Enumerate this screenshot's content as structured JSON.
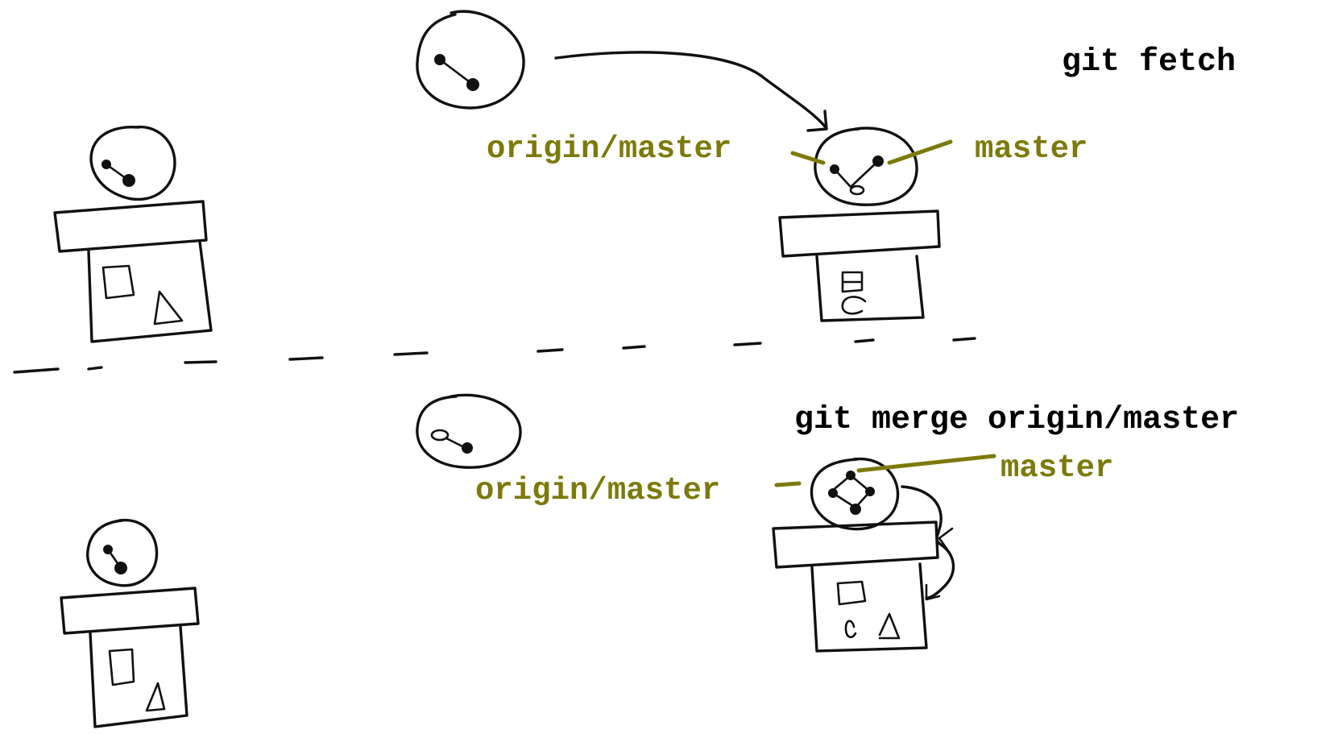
{
  "commands": {
    "fetch": "git fetch",
    "merge": "git merge origin/master"
  },
  "labels": {
    "top_origin": "origin/master",
    "top_master": "master",
    "bottom_origin": "origin/master",
    "bottom_master": "master"
  },
  "colors": {
    "ink": "#111111",
    "branch_label": "#7d7a0c",
    "background": "#ffffff"
  }
}
